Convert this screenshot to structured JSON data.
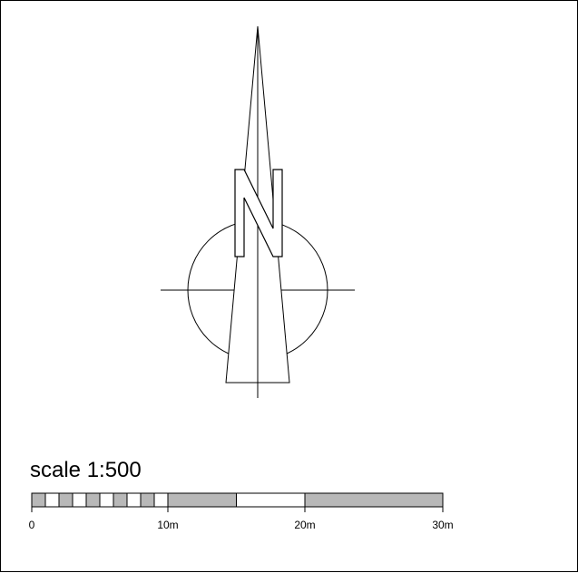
{
  "north_arrow": {
    "letter": "N",
    "icon": "north-arrow-icon"
  },
  "scale_bar": {
    "title": "scale 1:500",
    "tick_labels": [
      "0",
      "10m",
      "20m",
      "30m"
    ],
    "colors": {
      "fill_dark": "#b8b8b8",
      "fill_light": "#ffffff",
      "stroke": "#000000"
    }
  }
}
